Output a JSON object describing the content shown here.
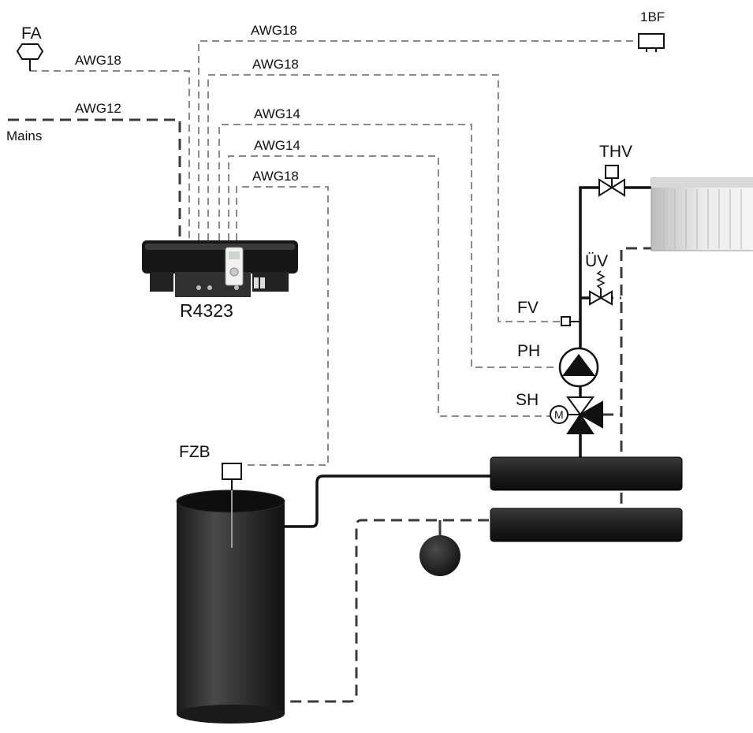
{
  "labels": {
    "fa": "FA",
    "mains": "Mains",
    "bf": "1BF",
    "thv": "THV",
    "uv": "ÜV",
    "fv": "FV",
    "ph": "PH",
    "sh": "SH",
    "motor": "M",
    "fzb": "FZB",
    "controller": "R4323"
  },
  "wires": [
    {
      "id": "fa",
      "gauge": "AWG18"
    },
    {
      "id": "mains",
      "gauge": "AWG12"
    },
    {
      "id": "bf",
      "gauge": "AWG18"
    },
    {
      "id": "fv",
      "gauge": "AWG18"
    },
    {
      "id": "ph",
      "gauge": "AWG14"
    },
    {
      "id": "sh",
      "gauge": "AWG14"
    },
    {
      "id": "fzb",
      "gauge": "AWG18"
    }
  ]
}
